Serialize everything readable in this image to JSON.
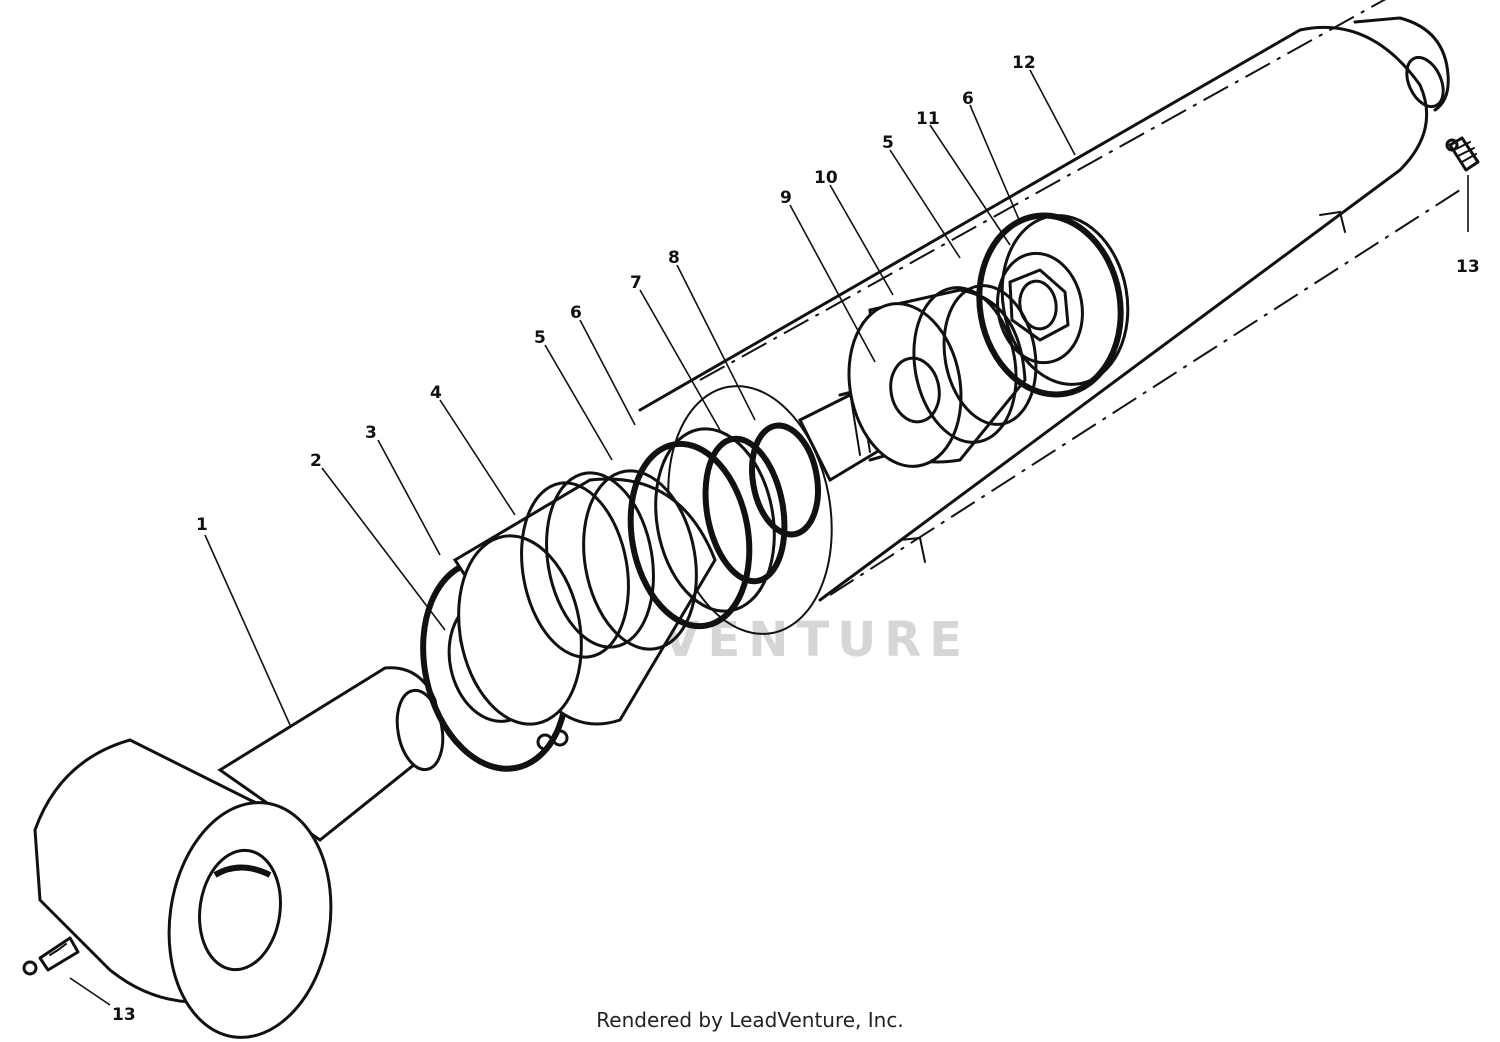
{
  "callouts": {
    "c1": "1",
    "c2": "2",
    "c3": "3",
    "c4": "4",
    "c5a": "5",
    "c6a": "6",
    "c7": "7",
    "c8": "8",
    "c9": "9",
    "c10": "10",
    "c5b": "5",
    "c11": "11",
    "c6b": "6",
    "c12": "12",
    "c13a": "13",
    "c13b": "13"
  },
  "watermark": "LEADVENTURE",
  "credit": "Rendered by LeadVenture, Inc."
}
